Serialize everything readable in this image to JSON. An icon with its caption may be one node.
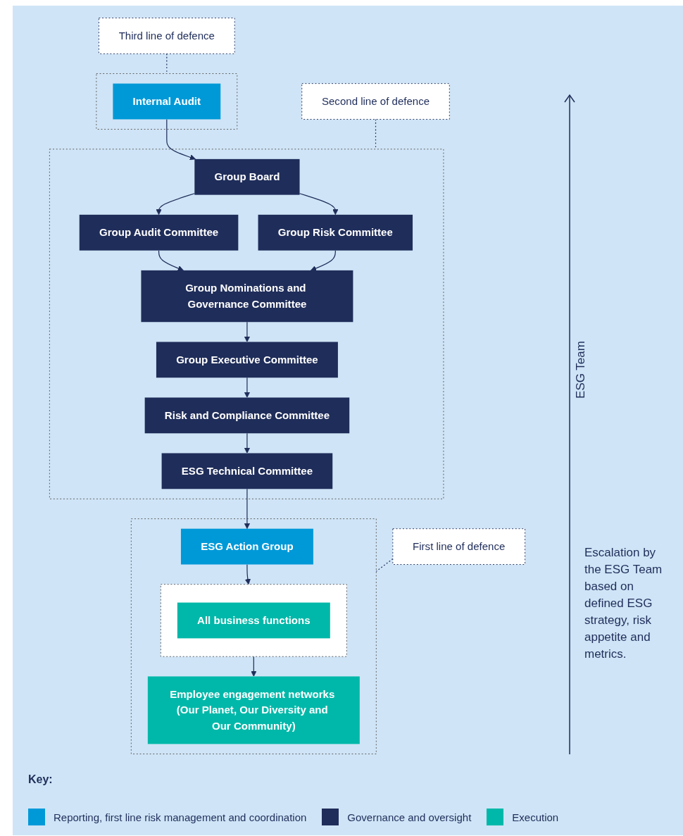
{
  "diagram": {
    "nodes": [
      {
        "text": [
          "Third line of defence"
        ]
      },
      {
        "text": [],
        "shape": "box"
      },
      {
        "text": [
          "Internal Audit"
        ],
        "in": 1
      },
      {
        "text": [
          "Second line of defence"
        ]
      },
      {
        "text": [],
        "shape": "box"
      },
      {
        "text": [
          "Group Board"
        ],
        "in": 4
      },
      {
        "text": [
          "Group Audit Committee"
        ],
        "in": 4
      },
      {
        "text": [
          "Group Risk Committee"
        ],
        "in": 4
      },
      {
        "text": [
          "Group Nominations and Governance Committee"
        ],
        "in": 4
      },
      {
        "text": [
          "Group Executive Committee"
        ],
        "in": 4
      },
      {
        "text": [
          "Risk and Compliance Committee"
        ],
        "in": 4
      },
      {
        "text": [
          "ESG Technical Committee"
        ],
        "in": 4
      },
      {
        "text": [
          "First line of defence"
        ]
      },
      {
        "text": [],
        "shape": "box"
      },
      {
        "text": [
          "ESG Action Group"
        ],
        "in": 13
      },
      {
        "text": [],
        "shape": "box",
        "in": 13
      },
      {
        "text": [
          "All business functions"
        ],
        "in": 15
      },
      {
        "text": [
          "Employee engagement networks (Our Planet, Our Diversity and Our Community)"
        ],
        "in": 13
      }
    ],
    "edges": [
      {
        "from": 0,
        "to": 1,
        "arrow": "none",
        "style": "dashed"
      },
      {
        "from": 2,
        "to": 5,
        "arrow": "to"
      },
      {
        "from": 5,
        "to": 6,
        "arrow": "to"
      },
      {
        "from": 5,
        "to": 7,
        "arrow": "to"
      },
      {
        "from": 6,
        "to": 8,
        "arrow": "to"
      },
      {
        "from": 7,
        "to": 8,
        "arrow": "to"
      },
      {
        "from": 3,
        "to": 4,
        "arrow": "none",
        "style": "dashed"
      },
      {
        "from": 8,
        "to": 9,
        "arrow": "to"
      },
      {
        "from": 9,
        "to": 10,
        "arrow": "to"
      },
      {
        "from": 10,
        "to": 11,
        "arrow": "to"
      },
      {
        "from": 11,
        "to": 14,
        "arrow": "to"
      },
      {
        "from": 14,
        "to": 15,
        "arrow": "to"
      },
      {
        "from": 15,
        "to": 17,
        "arrow": "to"
      },
      {
        "from": 12,
        "to": 13,
        "arrow": "none",
        "style": "dashed"
      }
    ],
    "labels": [
      "ESG Team",
      "Escalation by the ESG Team based on defined ESG strategy, risk appetite and metrics.",
      "Key:"
    ],
    "legend": [
      {
        "text": "Reporting, first line risk management and coordination",
        "color": "#0099d8"
      },
      {
        "text": "Governance and oversight",
        "color": "#1f2d5a"
      },
      {
        "text": "Execution",
        "color": "#00b8a9"
      }
    ]
  }
}
